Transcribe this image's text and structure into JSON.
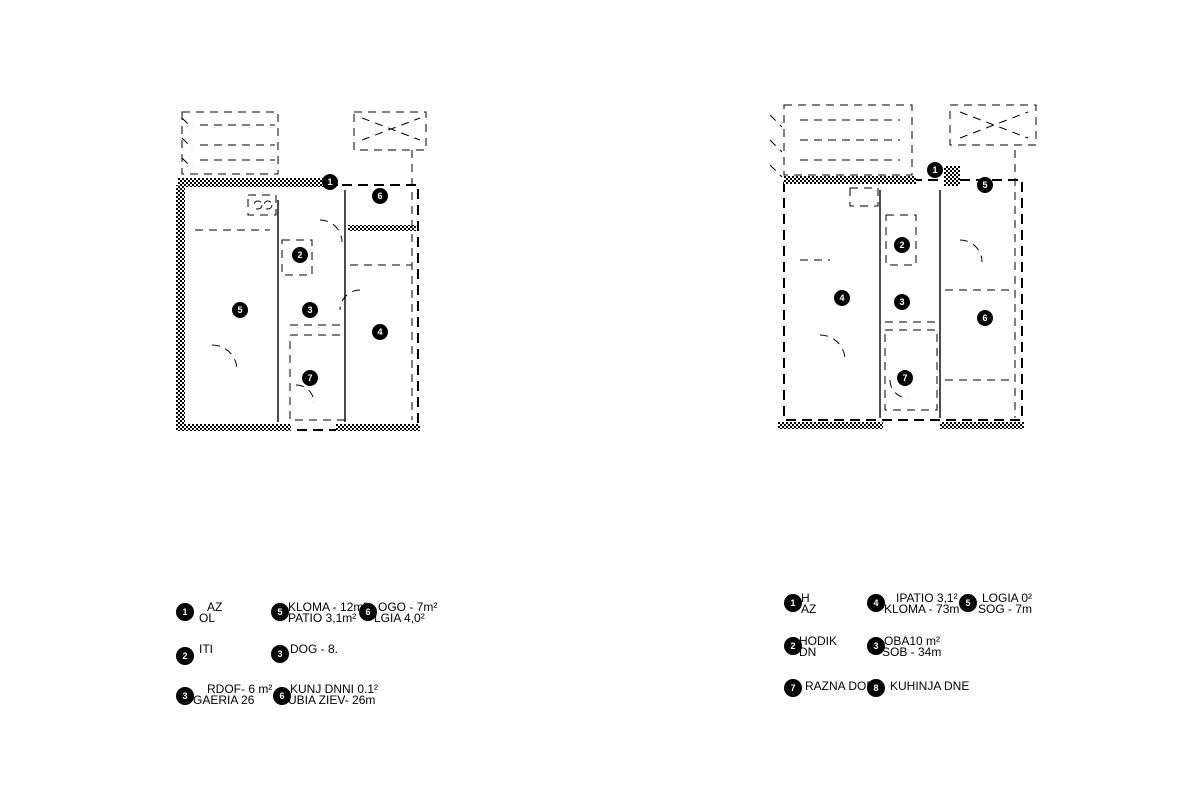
{
  "plans": [
    {
      "id": "left",
      "legend": [
        {
          "num": "1",
          "lines": [
            "AZ",
            "OL"
          ]
        },
        {
          "num": "5",
          "lines": [
            "KLOMA - 12m²",
            "PATIO 3,1m²"
          ]
        },
        {
          "num": "6",
          "lines": [
            "OGO - 7m²",
            "LGIA 4,0²"
          ]
        },
        {
          "num": "2",
          "lines": [
            "ITI",
            ""
          ]
        },
        {
          "num": "3",
          "lines": [
            "DOG - 8.",
            ""
          ]
        },
        {
          "num": "3",
          "lines": [
            "RDOF- 6 m²",
            "GAERIA 26"
          ]
        },
        {
          "num": "6",
          "lines": [
            "KUNJ DNNI 0.1²",
            "UBIA ZIEV- 26m"
          ]
        }
      ]
    },
    {
      "id": "right",
      "legend": [
        {
          "num": "1",
          "lines": [
            "H",
            "AZ"
          ]
        },
        {
          "num": "4",
          "lines": [
            "IPATIO 3,1²",
            "KLOMA - 73m"
          ]
        },
        {
          "num": "5",
          "lines": [
            "LOGIA 0²",
            "SOG - 7m"
          ]
        },
        {
          "num": "2",
          "lines": [
            "HODIK",
            "DN"
          ]
        },
        {
          "num": "3",
          "lines": [
            "OBA10 m²",
            "SOB - 34m"
          ]
        },
        {
          "num": "7",
          "lines": [
            "RAZNA DOB",
            ""
          ]
        },
        {
          "num": "8",
          "lines": [
            "KUHINJA DNE",
            ""
          ]
        }
      ]
    }
  ]
}
